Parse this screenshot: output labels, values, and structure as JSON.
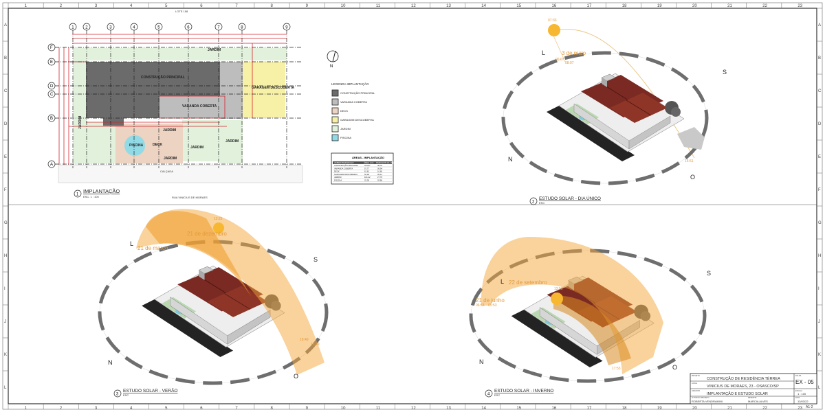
{
  "sheet": {
    "col_labels": [
      "1",
      "2",
      "3",
      "4",
      "5",
      "6",
      "7",
      "8",
      "9",
      "10",
      "11",
      "12",
      "13",
      "14",
      "15",
      "16",
      "17",
      "18",
      "19",
      "20",
      "21",
      "22",
      "23"
    ],
    "row_labels": [
      "A",
      "B",
      "C",
      "D",
      "E",
      "F",
      "G",
      "H",
      "I",
      "J",
      "K",
      "L"
    ],
    "corner_label": "A1-2"
  },
  "plan": {
    "top_label": "LOTE 158",
    "street": "RUA VINICIUS DE MORAES",
    "sidewalk": "CALÇADA",
    "north": "N",
    "axis_cols": [
      "1",
      "2",
      "3",
      "4",
      "5",
      "6",
      "7",
      "8",
      "9"
    ],
    "axis_rows": [
      "F",
      "E",
      "D",
      "C",
      "B",
      "A"
    ],
    "zones": {
      "main": "CONSTRUÇÃO PRINCIPAL",
      "porch": "VARANDA COBERTA",
      "garage": "GARAGEM DESCOBERTA",
      "garden_top": "JARDIM",
      "garden_mid": "JARDIM",
      "garden_deck": "JARDIM",
      "garden_right": "JARDIM",
      "garden_low": "JARDIM",
      "garden_left": "JARDIM",
      "pool": "PISCINA",
      "deck": "DECK"
    },
    "view_number": "1",
    "view_title": "IMPLANTAÇÃO",
    "view_scale": "ESC. 1 : 100"
  },
  "legend": {
    "title": "LEGENDA IMPLANTAÇÃO",
    "items": [
      {
        "label": "CONSTRUÇÃO PRINCIPAL",
        "color": "#6b6b6b"
      },
      {
        "label": "VARANDA COBERTA",
        "color": "#bdbdbd"
      },
      {
        "label": "DECK",
        "color": "#ecd3c2"
      },
      {
        "label": "GARAGEM DESCOBERTA",
        "color": "#f7f1a8"
      },
      {
        "label": "JARDIM",
        "color": "#e2f1dc"
      },
      {
        "label": "PISCINA",
        "color": "#92dbe6"
      }
    ]
  },
  "areas_table": {
    "title": "ÁREAS - IMPLANTAÇÃO",
    "headers": [
      "AMBIENTE/ESPAÇO",
      "ÁREA (m²)",
      "PERCENTUAL (%)"
    ],
    "rows": [
      [
        "CONSTRUÇÃO PRINCIPAL",
        "224,87",
        "38,70"
      ],
      [
        "VARANDA COBERTA",
        "57,77",
        "09,94"
      ],
      [
        "DECK",
        "61,61",
        "10,60"
      ],
      [
        "GARAGEM DESCOBERTA",
        "52,96",
        "09,11"
      ],
      [
        "JARDIM",
        "161,42",
        "27,79"
      ],
      [
        "PISCINA",
        "22,00",
        "03,86"
      ]
    ]
  },
  "views": {
    "day": {
      "number": "2",
      "title": "ESTUDO SOLAR - DIA ÚNICO",
      "scale": "ESC",
      "dir_l": "L",
      "dir_s": "S",
      "dir_n": "N",
      "dir_o": "O",
      "time_sun": "07:33",
      "date": "3 de maio",
      "time_a": "06:07",
      "time_b": "08:07",
      "time_end": "15:51"
    },
    "summer": {
      "number": "3",
      "title": "ESTUDO SOLAR - VERÃO",
      "scale": "ESC",
      "dir_l": "L",
      "dir_s": "S",
      "dir_n": "N",
      "dir_o": "O",
      "time_sun": "12:22",
      "date_dec": "21 de dezembro",
      "time_dec": "05:22",
      "date_mar": "21 de março",
      "time_a": "18:49",
      "time_b": "18:49"
    },
    "winter": {
      "number": "4",
      "title": "ESTUDO SOLAR - INVERNO",
      "scale": "ESC",
      "dir_l": "L",
      "dir_s": "S",
      "dir_n": "N",
      "dir_o": "O",
      "date_sep": "22 de setembro",
      "time_sun": "13:53",
      "date_jun": "21 de junho",
      "time_a": "06:53",
      "time_b": "05:53",
      "time_end": "17:53"
    }
  },
  "title_block": {
    "project_label": "PROJETO",
    "project": "CONSTRUÇÃO DE RESIDÊNCIA TÉRREA",
    "location_label": "LOCAL",
    "location": "VINICIUS DE MORAES, 23 - OSASCO/SP",
    "drawing_label": "ASSUNTO",
    "drawing": "IMPLANTAÇÃO E ESTUDO SOLAR",
    "author_label": "AUTOR DO PROJETO",
    "author": "ROBERTA VENDRAMINI",
    "drafter_label": "DESENHO",
    "drafter": "MARCIA ALVES",
    "sheet_label": "FOLHA",
    "sheet": "EX - 05",
    "scale_label": "ESCALA",
    "scale": "1 : 100",
    "date_label": "DATA",
    "date": "13/03/22"
  },
  "colors": {
    "roof": "#7a2a22",
    "sun": "#f7b731",
    "sunpath": "#f3a53a",
    "ring": "#6e6e6e",
    "dim": "#d3222a"
  }
}
